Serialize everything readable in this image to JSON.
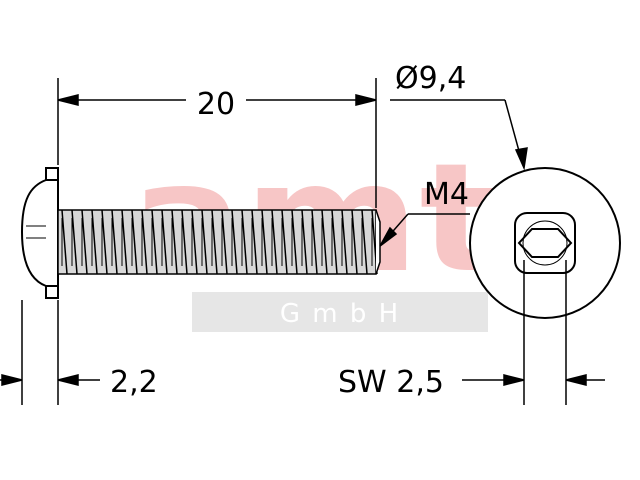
{
  "drawing": {
    "dimensions": {
      "length": "20",
      "head_diameter": "Ø9,4",
      "thread": "M4",
      "head_height": "2,2",
      "wrench_size": "SW 2,5"
    },
    "watermark": {
      "logo": "amt",
      "company": "G m b H"
    },
    "colors": {
      "line": "#000000",
      "thread_fill": "#d8d8d8",
      "watermark_logo": "#f7c6c6",
      "watermark_bar": "#e6e6e6"
    }
  }
}
